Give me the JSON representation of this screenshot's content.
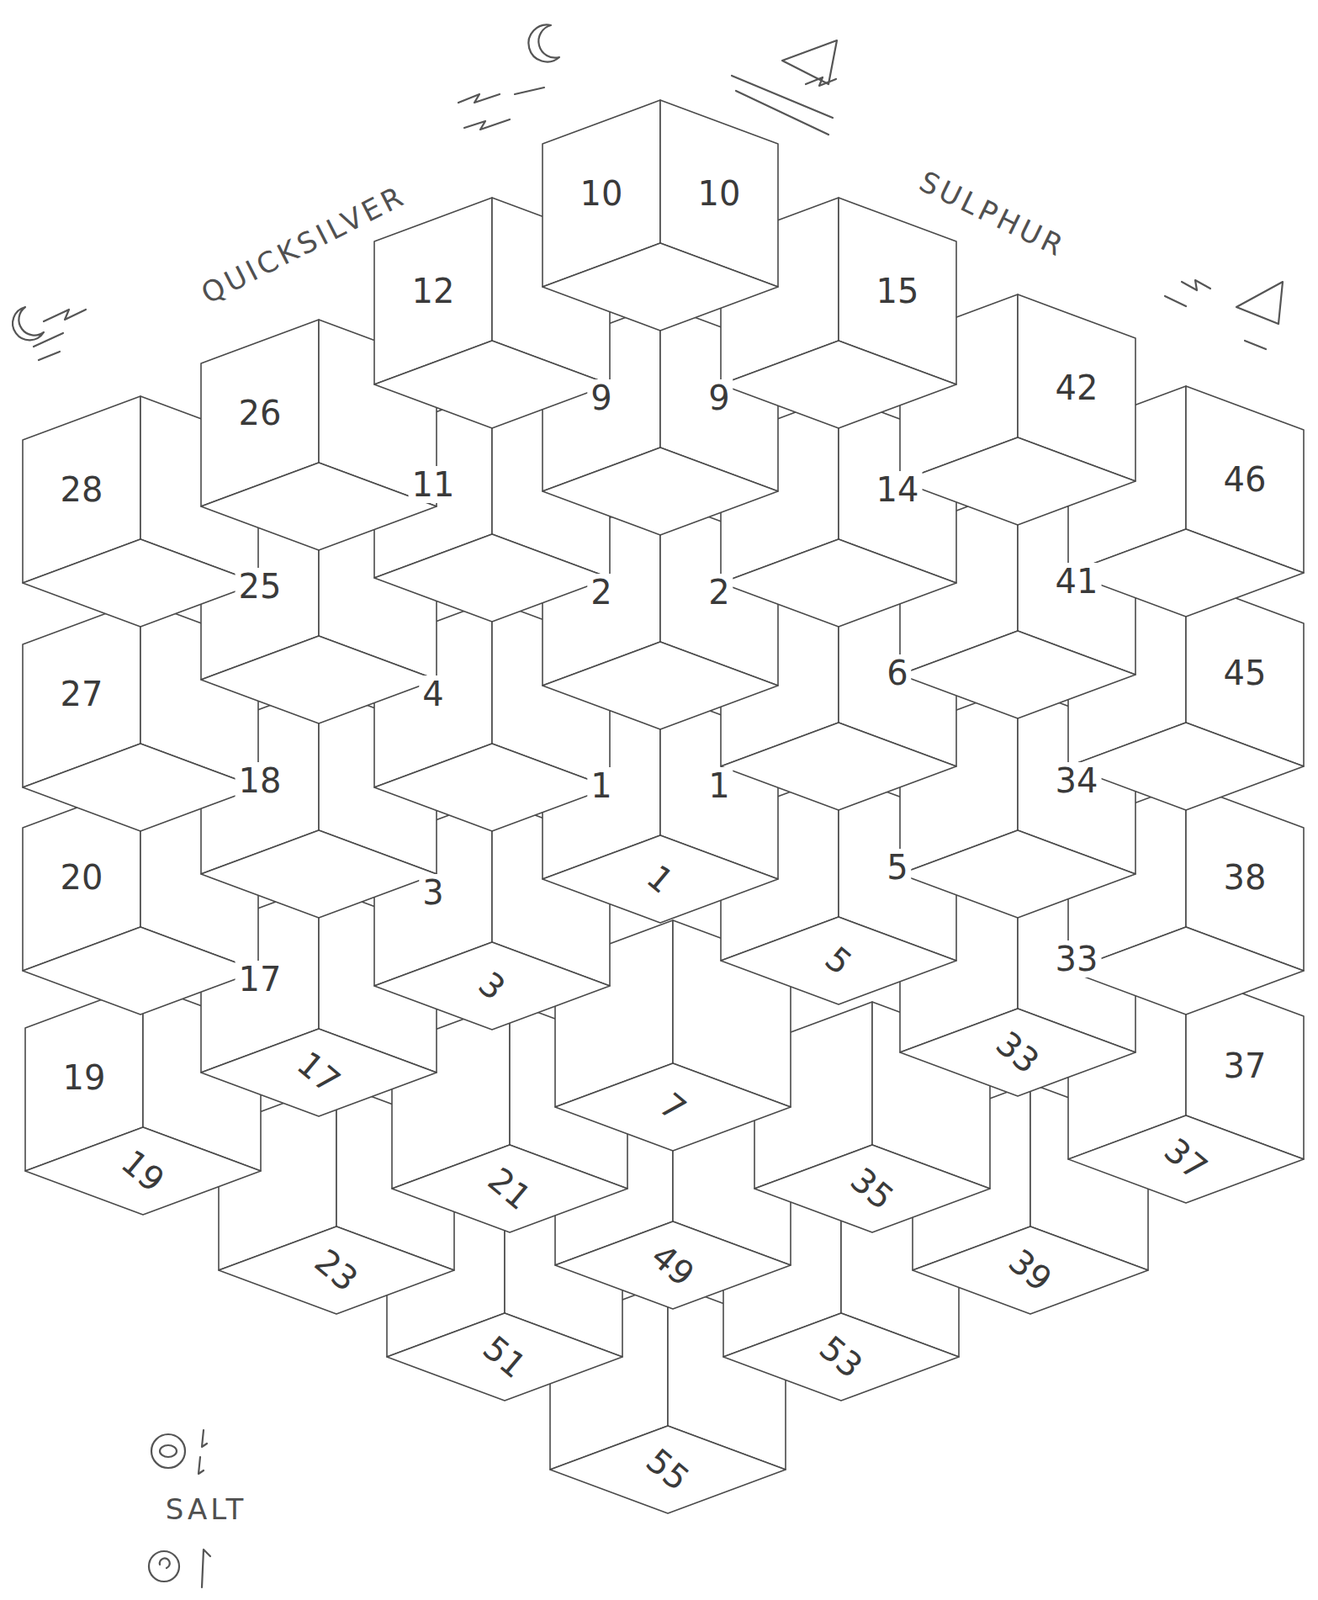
{
  "diagram": {
    "nodes": [
      {
        "text": [
          "10",
          "10"
        ]
      },
      {
        "text": [
          "12"
        ]
      },
      {
        "text": [
          "15"
        ]
      },
      {
        "text": [
          "42"
        ]
      },
      {
        "text": [
          "9",
          "9"
        ]
      },
      {
        "text": [
          "26"
        ]
      },
      {
        "text": [
          "46"
        ]
      },
      {
        "text": [
          "11"
        ]
      },
      {
        "text": [
          "28"
        ]
      },
      {
        "text": [
          "14"
        ]
      },
      {
        "text": [
          "41"
        ]
      },
      {
        "text": [
          "25"
        ]
      },
      {
        "text": [
          "2",
          "2"
        ]
      },
      {
        "text": [
          "6"
        ]
      },
      {
        "text": [
          "45"
        ]
      },
      {
        "text": [
          "27"
        ]
      },
      {
        "text": [
          "4"
        ]
      },
      {
        "text": [
          "18"
        ]
      },
      {
        "text": [
          "34"
        ]
      },
      {
        "text": [
          "1",
          "1",
          "1"
        ]
      },
      {
        "text": [
          "5",
          "5"
        ]
      },
      {
        "text": [
          "20"
        ]
      },
      {
        "text": [
          "38"
        ]
      },
      {
        "text": [
          "3",
          "3"
        ]
      },
      {
        "text": [
          "33",
          "33"
        ]
      },
      {
        "text": [
          "17",
          "17"
        ]
      },
      {
        "text": [
          "7"
        ]
      },
      {
        "text": [
          "37",
          "37"
        ]
      },
      {
        "text": [
          "19",
          "19"
        ]
      },
      {
        "text": [
          "21"
        ]
      },
      {
        "text": [
          "35"
        ]
      },
      {
        "text": [
          "23"
        ]
      },
      {
        "text": [
          "49"
        ]
      },
      {
        "text": [
          "39"
        ]
      },
      {
        "text": [
          "51"
        ]
      },
      {
        "text": [
          "53"
        ]
      },
      {
        "text": [
          "55"
        ]
      }
    ],
    "labels": [
      "QUICKSILVER",
      "SULPHUR",
      "SALT"
    ]
  }
}
